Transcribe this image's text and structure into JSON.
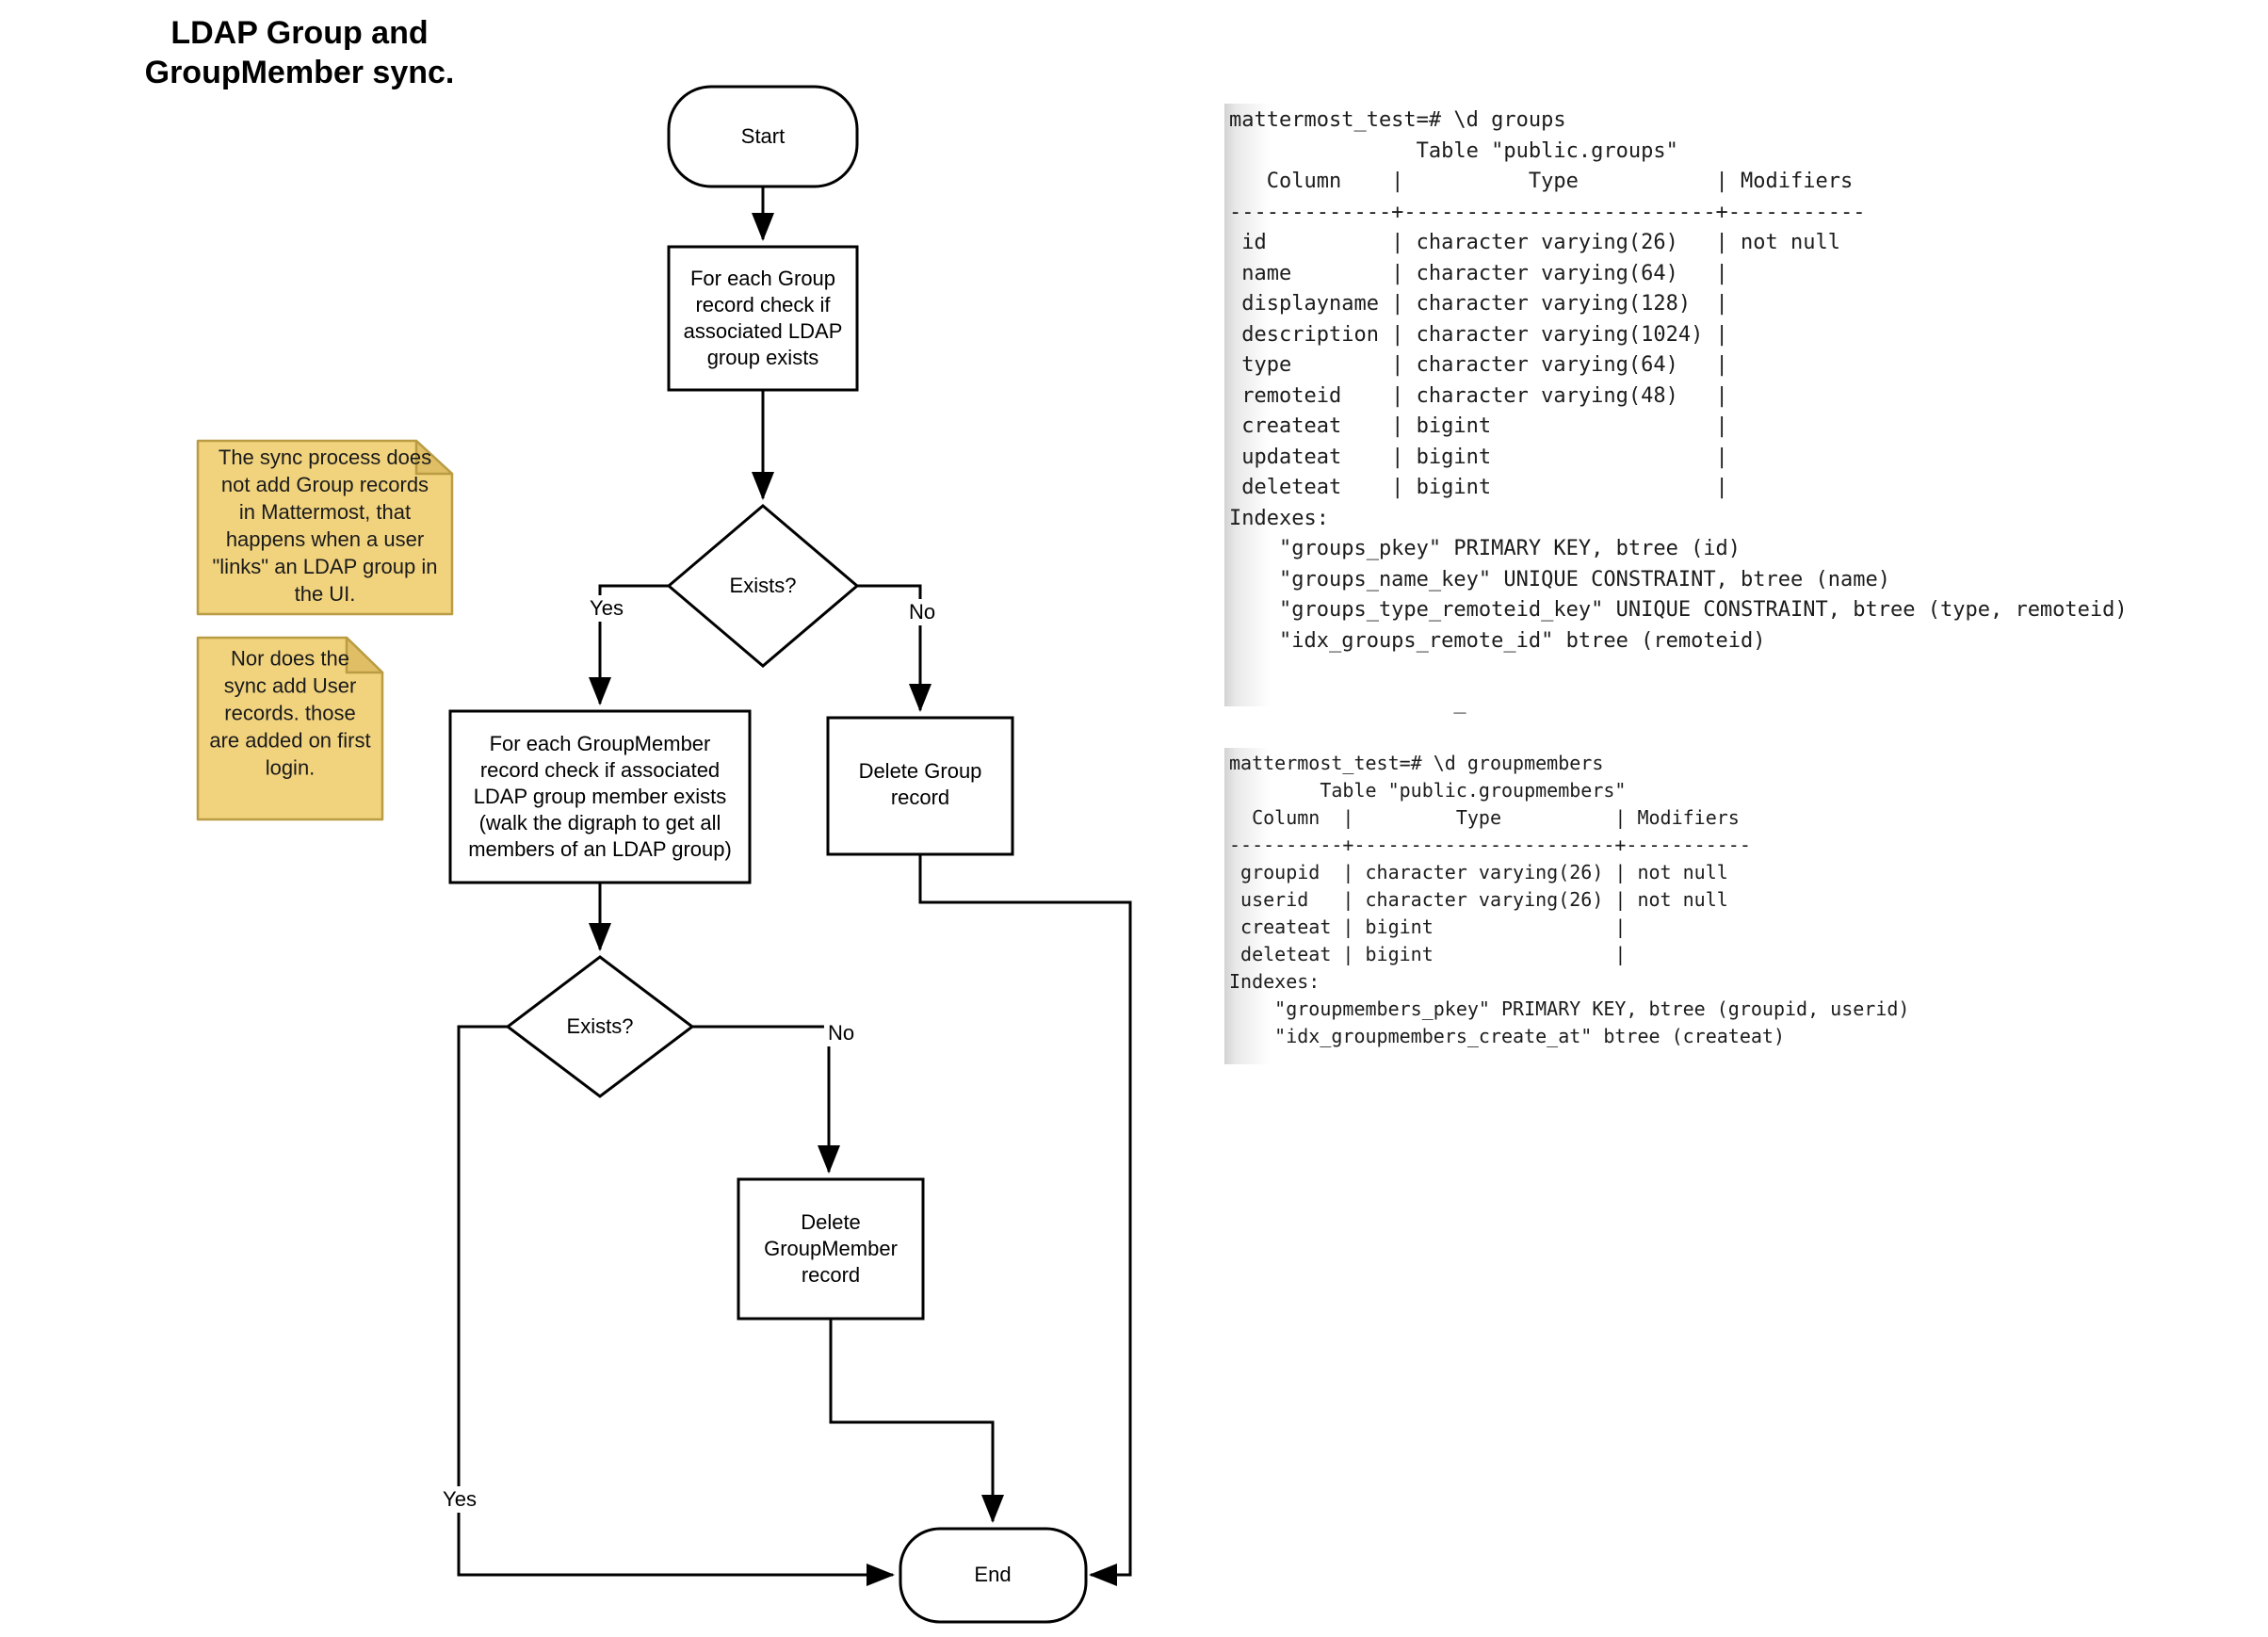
{
  "title": "LDAP Group and\nGroupMember sync.",
  "flowchart": {
    "start_label": "Start",
    "check_group_label": "For each Group record check if associated LDAP group exists",
    "exists1_label": "Exists?",
    "check_groupmember_label": "For each GroupMember record check if associated LDAP group member exists (walk the digraph to get all members of an LDAP group)",
    "delete_group_label": "Delete Group record",
    "exists2_label": "Exists?",
    "delete_groupmember_label": "Delete GroupMember record",
    "end_label": "End",
    "edge_labels": {
      "yes": "Yes",
      "no": "No"
    }
  },
  "notes": {
    "note1": "The sync process does not add Group records in Mattermost, that happens when a user \"links\" an LDAP group in the UI.",
    "note2": "Nor does the sync add User records. those are added on first login."
  },
  "terminals": {
    "groups": {
      "lines": [
        "mattermost_test=# \\d groups",
        "               Table \"public.groups\"",
        "   Column    |          Type           | Modifiers",
        "-------------+-------------------------+-----------",
        " id          | character varying(26)   | not null",
        " name        | character varying(64)   |",
        " displayname | character varying(128)  |",
        " description | character varying(1024) |",
        " type        | character varying(64)   |",
        " remoteid    | character varying(48)   |",
        " createat    | bigint                  |",
        " updateat    | bigint                  |",
        " deleteat    | bigint                  |",
        "Indexes:",
        "    \"groups_pkey\" PRIMARY KEY, btree (id)",
        "    \"groups_name_key\" UNIQUE CONSTRAINT, btree (name)",
        "    \"groups_type_remoteid_key\" UNIQUE CONSTRAINT, btree (type, remoteid)",
        "    \"idx_groups_remote_id\" btree (remoteid)",
        "",
        "                  _"
      ]
    },
    "groupmembers": {
      "lines": [
        "mattermost_test=# \\d groupmembers",
        "        Table \"public.groupmembers\"",
        "  Column  |         Type          | Modifiers",
        "----------+-----------------------+-----------",
        " groupid  | character varying(26) | not null",
        " userid   | character varying(26) | not null",
        " createat | bigint                |",
        " deleteat | bigint                |",
        "Indexes:",
        "    \"groupmembers_pkey\" PRIMARY KEY, btree (groupid, userid)",
        "    \"idx_groupmembers_create_at\" btree (createat)"
      ]
    }
  },
  "colors": {
    "line": "#000000",
    "shape_fill": "#ffffff",
    "note_fill": "#f1d37e",
    "note_fold": "#e0be66",
    "note_border": "#b99c43",
    "terminal_text": "#1c1c1c"
  }
}
